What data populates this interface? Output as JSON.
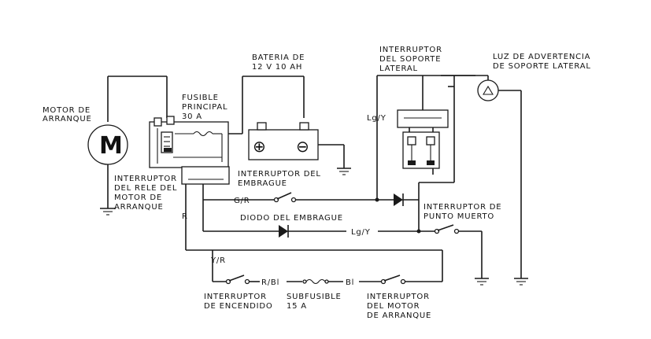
{
  "labels": {
    "motor": [
      "MOTOR DE",
      "ARRANQUE"
    ],
    "motor_symbol": "M",
    "fusible_principal": [
      "FUSIBLE",
      "PRINCIPAL",
      "30 A"
    ],
    "bateria": [
      "BATERIA DE",
      "12 V 10 AH"
    ],
    "int_soporte_lateral": [
      "INTERRUPTOR",
      "DEL SOPORTE",
      "LATERAL"
    ],
    "luz_advertencia": [
      "LUZ DE ADVERTENCIA",
      "DE SOPORTE LATERAL"
    ],
    "int_rele": [
      "INTERRUPTOR",
      "DEL RELE DEL",
      "MOTOR DE",
      "ARRANQUE"
    ],
    "int_embrague": [
      "INTERRUPTOR DEL",
      "EMBRAGUE"
    ],
    "int_punto_muerto": [
      "INTERRUPTOR DE",
      "PUNTO MUERTO"
    ],
    "diodo_embrague": "DIODO DEL EMBRAGUE",
    "int_encendido": [
      "INTERRUPTOR",
      "DE ENCENDIDO"
    ],
    "subfusible": [
      "SUBFUSIBLE",
      "15 A"
    ],
    "int_motor_arranque": [
      "INTERRUPTOR",
      "DEL MOTOR",
      "DE ARRANQUE"
    ]
  },
  "wire_codes": {
    "g_r": "G/R",
    "lg_y_top": "Lg/Y",
    "lg_y_mid": "Lg/Y",
    "r": "R",
    "y_r": "Y/R",
    "r_bl": "R/Bl",
    "bl": "Bl"
  },
  "battery_terminals": {
    "positive": "⊕",
    "negative": "⊖"
  }
}
